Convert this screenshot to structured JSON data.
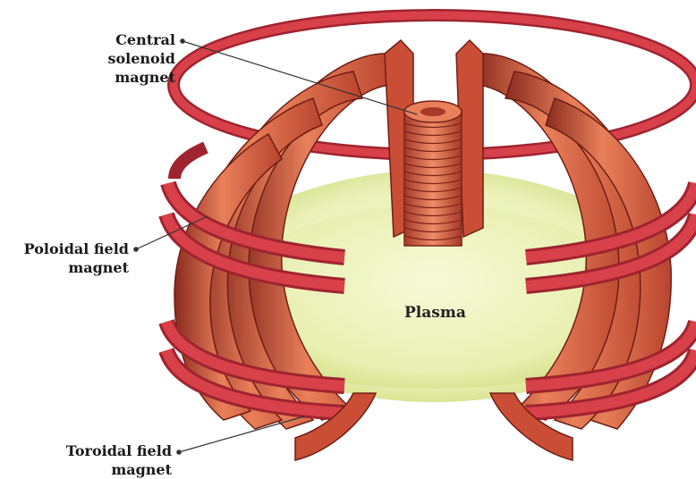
{
  "labels": {
    "central_solenoid": [
      "Central",
      "solenoid",
      "magnet"
    ],
    "poloidal_field": [
      "Poloidal field",
      "magnet"
    ],
    "toroidal_field": [
      "Toroidal field",
      "magnet"
    ],
    "plasma": "Plasma"
  },
  "colors": {
    "coil_light": "#e9805a",
    "coil_mid": "#d2563a",
    "coil_dark": "#8a2a1f",
    "ring_red": "#d8404a",
    "ring_dark": "#9e2430",
    "plasma_fill": "#e8efb0",
    "plasma_edge": "#c9d870",
    "leader": "#333333"
  }
}
